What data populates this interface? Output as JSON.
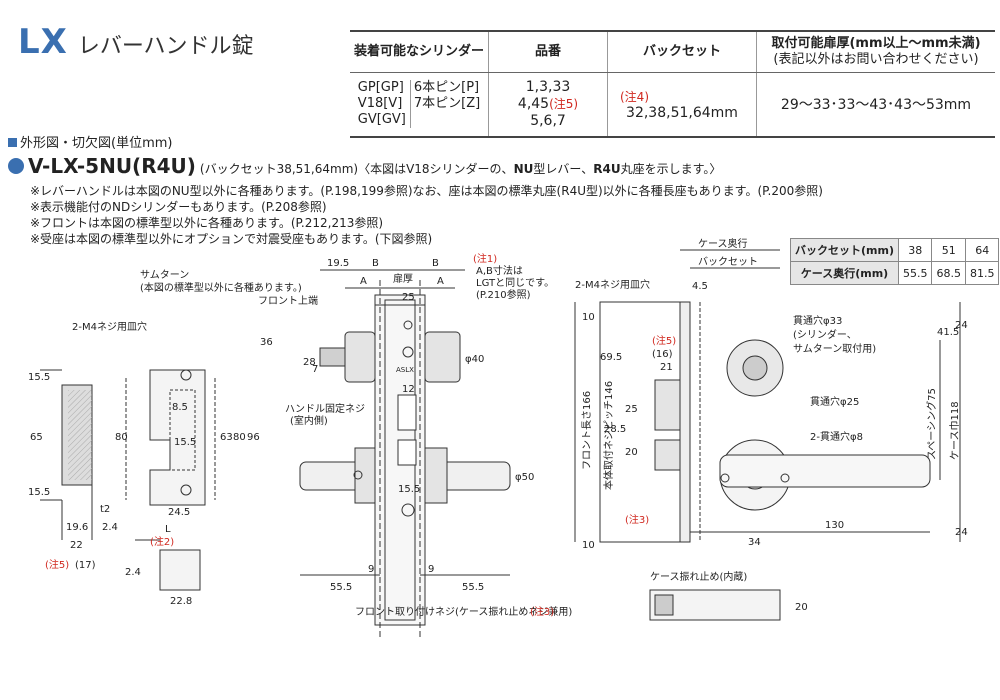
{
  "header": {
    "code": "LX",
    "title": "レバーハンドル錠"
  },
  "spec_table": {
    "headers": [
      "装着可能なシリンダー",
      "品番",
      "バックセット",
      "取付可能扉厚(mm以上〜mm未満)",
      "(表記以外はお問い合わせください)"
    ],
    "cyl_names": [
      "GP[GP]",
      "V18[V]",
      "GV[GV]"
    ],
    "cyl_pins": [
      "6本ピン[P]",
      "7本ピン[Z]"
    ],
    "part_lines": [
      "1,3,33",
      "4,45",
      "5,6,7"
    ],
    "part_note": "(注5)",
    "backset_note": "(注4)",
    "backset": "32,38,51,64mm",
    "thickness": "29〜33･33〜43･43〜53mm"
  },
  "section": {
    "label": "外形図・切欠図",
    "unit": "(単位mm)"
  },
  "model": {
    "name": "V-LX-5NU(R4U)",
    "desc_a": "(バックセット38,51,64mm)〈本図はV18シリンダーの、",
    "desc_b": "NU",
    "desc_c": "型レバー、",
    "desc_d": "R4U",
    "desc_e": "丸座を示します。〉"
  },
  "notes": [
    "※レバーハンドルは本図のNU型以外に各種あります。(P.198,199参照)なお、座は本図の標準丸座(R4U型)以外に各種長座もあります。(P.200参照)",
    "※表示機能付のNDシリンダーもあります。(P.208参照)",
    "※フロントは本図の標準型以外に各種あります。(P.212,213参照)",
    "※受座は本図の標準型以外にオプションで対震受座もあります。(下図参照)"
  ],
  "dim_table": {
    "row1_label": "バックセット(mm)",
    "row1": [
      "38",
      "51",
      "64"
    ],
    "row2_label": "ケース奥行(mm)",
    "row2": [
      "55.5",
      "68.5",
      "81.5"
    ]
  },
  "labels": {
    "thumbturn": "サムターン",
    "thumbturn_note": "(本図の標準型以外に各種あります。)",
    "front_top": "フロント上端",
    "screw_hole_left": "2-M4ネジ用皿穴",
    "screw_hole_right": "2-M4ネジ用皿穴",
    "handle_screw": "ハンドル固定ネジ",
    "handle_screw_2": "(室内側)",
    "front_screw": "フロント取り付けネジ(ケース振れ止めネジ兼用)",
    "note1": "(注1)",
    "note1_text_1": "A,B寸法は",
    "note1_text_2": "LGTと同じです。",
    "note1_text_3": "(P.210参照)",
    "note2": "(注2)",
    "note3": "(注3)",
    "note3b": "(注3)",
    "note5": "(注5)",
    "note5b": "(注5)",
    "case_depth": "ケース奥行",
    "backset_label": "バックセット",
    "through_hole_33": "貫通穴φ33",
    "through_hole_33b": "(シリンダー、",
    "through_hole_33c": "サムターン取付用)",
    "through_hole_25": "貫通穴φ25",
    "through_hole_8": "2-貫通穴φ8",
    "spacing": "スペーシング75",
    "case_width": "ケース巾118",
    "front_length": "フロント長さ166",
    "body_pitch": "本体取付ネジピッチ146",
    "case_stop": "ケース振れ止め(内蔵)",
    "door": "扉厚",
    "brand": "ASLX"
  },
  "dims": {
    "d19_5": "19.5",
    "dB": "B",
    "dA": "A",
    "d25": "25",
    "d28": "28",
    "d7": "7",
    "d36": "36",
    "d12": "12",
    "d40": "φ40",
    "d50": "φ50",
    "d15_5": "15.5",
    "d9": "9",
    "d55_5": "55.5",
    "d15_5b": "15.5",
    "d65": "65",
    "d19_6": "19.6",
    "dt2": "t2",
    "d22": "22",
    "d17": "(17)",
    "d2_4": "2.4",
    "d8_5": "8.5",
    "d80": "80",
    "d63": "63",
    "d96": "96",
    "d24_5": "24.5",
    "dL": "L",
    "d22_8": "22.8",
    "d2_4b": "2.4",
    "d4_5": "4.5",
    "d10": "10",
    "d69_5": "69.5",
    "d16": "(16)",
    "d21": "21",
    "d28_5": "28.5",
    "d20": "20",
    "d34": "34",
    "d130": "130",
    "d41_5": "41.5",
    "d24": "24",
    "d24b": "24",
    "d20b": "20",
    "d25b": "25"
  }
}
